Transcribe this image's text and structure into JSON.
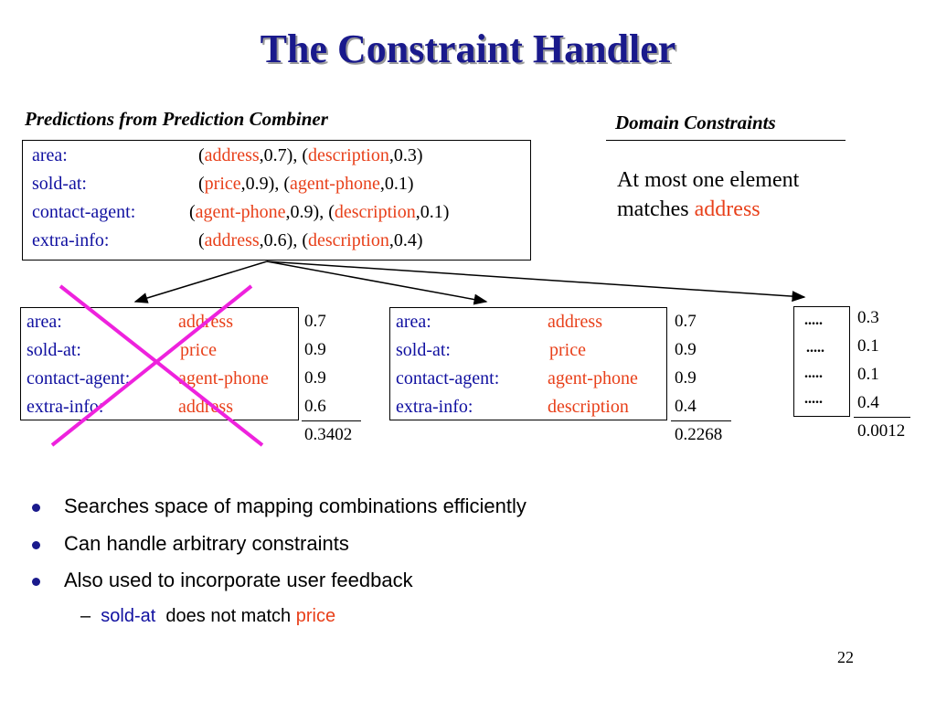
{
  "slide": {
    "title": "The Constraint Handler",
    "page_number": "22"
  },
  "predictions": {
    "heading": "Predictions  from  Prediction Combiner",
    "rows": [
      {
        "attr": "area:",
        "value": [
          [
            "(",
            "address",
            ",0.7), (",
            "description",
            ",0.3)"
          ]
        ]
      },
      {
        "attr": "sold-at:",
        "value": [
          [
            "(",
            "price",
            ",0.9), (",
            "agent-phone",
            ",0.1)"
          ]
        ]
      },
      {
        "attr": "contact-agent:",
        "value": [
          [
            "(",
            "agent-phone",
            ",0.9), (",
            "description",
            ",0.1)"
          ]
        ]
      },
      {
        "attr": "extra-info:",
        "value": [
          [
            "(",
            "address",
            ",0.6), (",
            "description",
            ",0.4)"
          ]
        ]
      }
    ]
  },
  "constraints": {
    "heading": "Domain Constraints",
    "text_line1": "At most one element",
    "text_line2_prefix": "matches ",
    "text_line2_highlight": "address"
  },
  "mapping1": {
    "rows": [
      {
        "attr": "area:",
        "val": "address"
      },
      {
        "attr": "sold-at:",
        "val": "price"
      },
      {
        "attr": "contact-agent:",
        "val": "agent-phone"
      },
      {
        "attr": "extra-info:",
        "val": "address"
      }
    ],
    "scores": [
      "0.7",
      "0.9",
      "0.9",
      "0.6"
    ],
    "product": "0.3402"
  },
  "mapping2": {
    "rows": [
      {
        "attr": "area:",
        "val": "address"
      },
      {
        "attr": "sold-at:",
        "val": "price"
      },
      {
        "attr": "contact-agent:",
        "val": "agent-phone"
      },
      {
        "attr": "extra-info:",
        "val": "description"
      }
    ],
    "scores": [
      "0.7",
      "0.9",
      "0.9",
      "0.4"
    ],
    "product": "0.2268"
  },
  "mapping3": {
    "rows": [
      ".....",
      ".....",
      ".....",
      "....."
    ],
    "scores": [
      "0.3",
      "0.1",
      "0.1",
      "0.4"
    ],
    "product": "0.0012"
  },
  "bullets": [
    "Searches space of mapping combinations efficiently",
    "Can handle arbitrary constraints",
    "Also used to incorporate user feedback"
  ],
  "sub_bullet": {
    "dash": "–",
    "part1": "sold-at",
    "part2": " does not match ",
    "part3": "price"
  },
  "colors": {
    "title": "#1a1a8c",
    "attribute": "#1010a0",
    "match": "#e8401a",
    "cross": "#ee22dd"
  }
}
